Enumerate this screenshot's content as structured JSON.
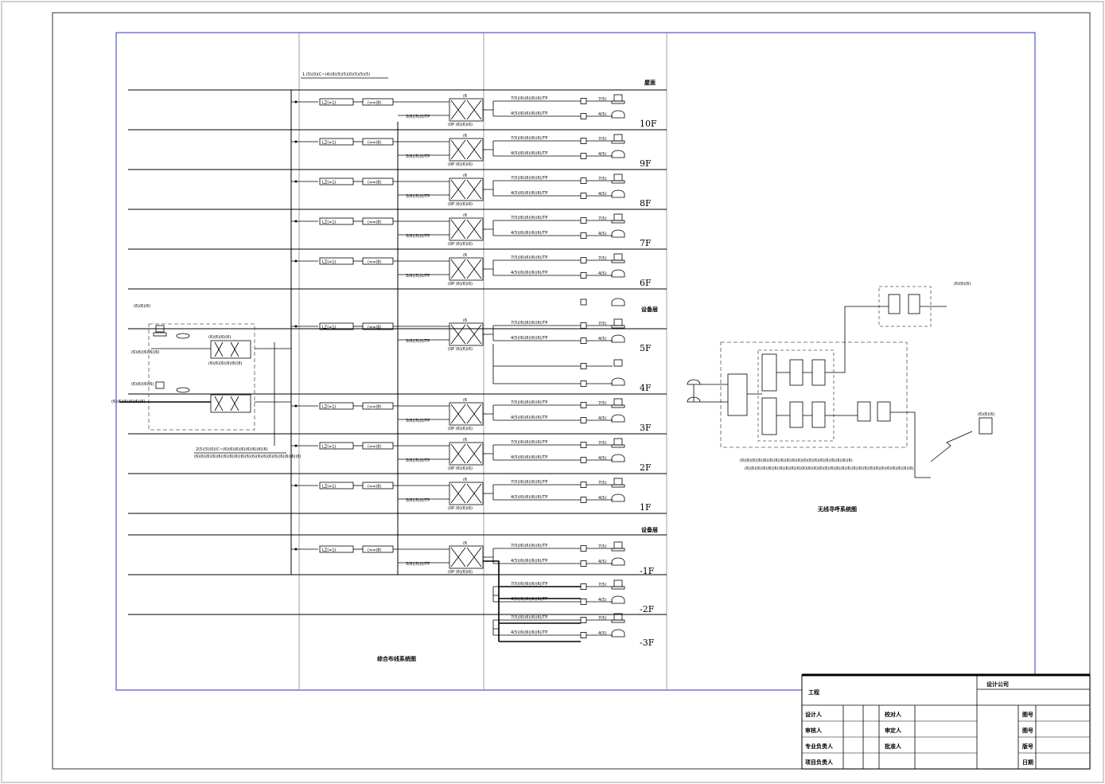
{
  "diagram": {
    "floors": [
      {
        "label": "10F",
        "panel": "LZ(=1)",
        "ref": "(==(8)",
        "trunk": "3(6)(5)(0/TP",
        "sw_top": "(6",
        "sw_bot": "(0P  (6)(6)(6)",
        "cable_top": "7(5)(6)(6)(6)(6)/TP",
        "cable_bot": "4(5)(6)(6)(6)(6)/TP",
        "n_top": "7(5)",
        "n_bot": "4(5)"
      },
      {
        "label": "9F",
        "panel": "LZ(=1)",
        "ref": "(==(8)",
        "trunk": "3(6)(5)(0/TP",
        "sw_top": "(6",
        "sw_bot": "(0P  (6)(6)(6)",
        "cable_top": "7(5)(6)(6)(6)(6)/TP",
        "cable_bot": "4(5)(6)(6)(6)(6)/TP",
        "n_top": "7(5)",
        "n_bot": "4(5)"
      },
      {
        "label": "8F",
        "panel": "LZ(=1)",
        "ref": "(==(8)",
        "trunk": "3(6)(5)(0/TP",
        "sw_top": "(6",
        "sw_bot": "(0P  (6)(6)(6)",
        "cable_top": "7(5)(6)(6)(6)(6)/TP",
        "cable_bot": "4(5)(6)(6)(6)(6)/TP",
        "n_top": "7(5)",
        "n_bot": "4(5)"
      },
      {
        "label": "7F",
        "panel": "LZ(=1)",
        "ref": "(==(8)",
        "trunk": "3(6)(5)(0/TP",
        "sw_top": "(6",
        "sw_bot": "(0P  (6)(6)(6)",
        "cable_top": "7(5)(6)(6)(6)(6)/TP",
        "cable_bot": "4(5)(6)(6)(6)(6)/TP",
        "n_top": "7(5)",
        "n_bot": "4(5)"
      },
      {
        "label": "6F",
        "panel": "LZ(=1)",
        "ref": "(==(8)",
        "trunk": "3(6)(5)(0/TP",
        "sw_top": "(6",
        "sw_bot": "(0P  (6)(6)(6)",
        "cable_top": "7(5)(6)(6)(6)(6)/TP",
        "cable_bot": "4(5)(6)(6)(6)(6)/TP",
        "n_top": "7(5)",
        "n_bot": "4(5)"
      },
      {
        "label": "5F",
        "panel": "LZ(=1)",
        "ref": "(==(8)",
        "trunk": "3(6)(5)(0/TP",
        "sw_top": "(6",
        "sw_bot": "(0P  (6)(6)(6)",
        "cable_top": "7(5)(6)(6)(6)(6)/TP",
        "cable_bot": "4(5)(6)(6)(6)(6)/TP",
        "n_top": "7(5)",
        "n_bot": "4(5)"
      },
      {
        "label": "4F"
      },
      {
        "label": "3F",
        "panel": "LZ(=1)",
        "ref": "(==(8)",
        "trunk": "3(6)(5)(0/TP",
        "sw_top": "(6",
        "sw_bot": "(0P  (6)(6)(6)",
        "cable_top": "7(5)(6)(6)(6)(6)/TP",
        "cable_bot": "4(5)(6)(6)(6)(6)/TP",
        "n_top": "7(5)",
        "n_bot": "4(5)"
      },
      {
        "label": "2F",
        "panel": "LZ(=1)",
        "ref": "(==(8)",
        "trunk": "3(6)(5)(0/TP",
        "sw_top": "(6",
        "sw_bot": "(0P  (6)(6)(6)",
        "cable_top": "7(5)(6)(6)(6)(6)/TP",
        "cable_bot": "4(5)(6)(6)(6)(6)/TP",
        "n_top": "7(5)",
        "n_bot": "4(5)"
      },
      {
        "label": "1F",
        "panel": "LZ(=1)",
        "ref": "(==(8)",
        "trunk": "3(6)(5)(0/TP",
        "sw_top": "(6",
        "sw_bot": "(0P  (6)(6)(6)",
        "cable_top": "7(5)(6)(6)(6)(6)/TP",
        "cable_bot": "4(5)(6)(6)(6)(6)/TP",
        "n_top": "7(5)",
        "n_bot": "4(5)"
      },
      {
        "label": "-1F",
        "panel": "LZ(=1)",
        "ref": "(==(8)",
        "trunk": "3(6)(5)(0/TP",
        "sw_top": "(6",
        "sw_bot": "(0P  (6)(6)(6)",
        "cable_top": "7(5)(6)(6)(6)(6)/TP",
        "cable_bot": "4(5)(6)(6)(6)(6)/TP",
        "n_top": "7(5)",
        "n_bot": "4(5)"
      },
      {
        "label": "-2F",
        "cable_top": "7(5)(6)(6)(6)(6)/TP",
        "cable_bot": "4(5)(6)(6)(6)(6)/TP",
        "n_top": "7(5)",
        "n_bot": "4(5)"
      },
      {
        "label": "-3F",
        "cable_top": "7(5)(6)(6)(6)(6)/TP",
        "cable_bot": "4(5)(6)(6)(6)(6)/TP",
        "n_top": "7(5)",
        "n_bot": "4(5)"
      }
    ],
    "section_labels": {
      "roof": "屋面",
      "mech_top": "设备层",
      "mech_bottom": "设备层"
    },
    "header_cable_top": "1.(5)(0)(C~(4)(6)(5)(5)(0)(5)(5)(5)",
    "server_cable": "2(5)(5)(0)(C~(6)(6)(6)(6)(6)(6)(6)(6)",
    "server_note": "(6)(6)(6)(6)(6)(6)(6)(6)(6)(6)(6)(6)(6)(6)(6)(6)(6)(6)(6)",
    "server_labels": [
      "(6)(6)(6)",
      "(6)(6)(6)(6)(6)",
      "(6)(6)(6)(6)",
      "(6)(6)(6)(6)(6)(6)",
      "(6)(6)(6)(6)",
      "(6)(6)(6)(6)(6)(6)"
    ],
    "main_title": "综合布线系统图",
    "wireless_title": "无线寻呼系统图",
    "wireless_labels": {
      "antenna": "(6)(6)(6)",
      "remote": "(6)(6)(6)",
      "note_line1": "(6)(6)(6)(6)(6)(6)(6)(6)(6)(6)(6)(6)(6)(6)(6)(6)(6)(6)(6)(6)",
      "note_line2": "(6)(6)(6)(6)(6)(6)(6)(6)(6)(6)(6)(6)(6)(6)(6)(6)(6)(6)(6)(6)(6)(6)(6)(6)(6)(6)(6)(6)(6)(6)"
    },
    "title_block": {
      "project": "工程",
      "company": "设计公司",
      "rows": [
        {
          "left": "设计人",
          "mid": "校对人",
          "right": "图号"
        },
        {
          "left": "审核人",
          "mid": "审定人",
          "right": "图号"
        },
        {
          "left": "专业负责人",
          "mid": "批准人",
          "right": "版号"
        },
        {
          "left": "项目负责人",
          "mid": "",
          "right": "日期"
        }
      ]
    }
  }
}
